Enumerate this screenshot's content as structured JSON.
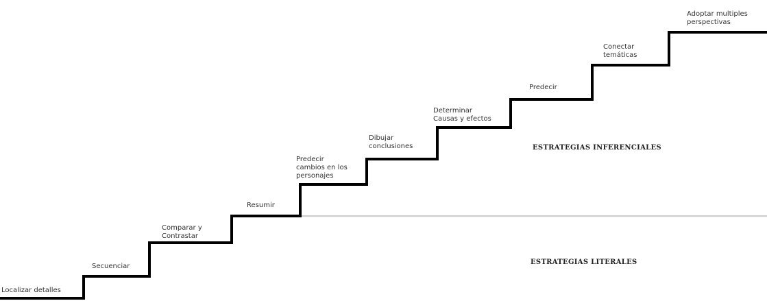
{
  "staircase": {
    "steps": [
      {
        "label": "Localizar detalles"
      },
      {
        "label": "Secuenciar"
      },
      {
        "label": "Comparar y\nContrastar"
      },
      {
        "label": "Resumir"
      },
      {
        "label": "Predecir\ncambios en los\npersonajes"
      },
      {
        "label": "Dibujar\nconclusiones"
      },
      {
        "label": "Determinar\nCausas y efectos"
      },
      {
        "label": "Predecir"
      },
      {
        "label": "Conectar\ntemáticas"
      },
      {
        "label": "Adoptar multiples\nperspectivas"
      }
    ],
    "line_color": "#000000",
    "divider_color": "#bbbbbb"
  },
  "regions": {
    "inferential": "ESTRATEGIAS INFERENCIALES",
    "literal": "ESTRATEGIAS LITERALES"
  }
}
